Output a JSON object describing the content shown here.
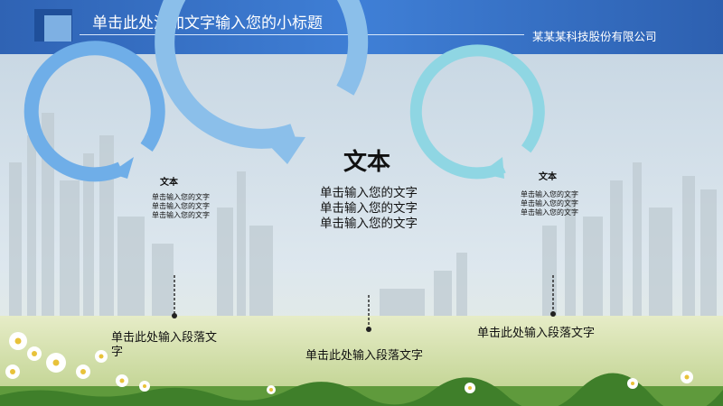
{
  "header": {
    "title": "单击此处添加文字输入您的小标题",
    "company": "某某某科技股份有限公司"
  },
  "colors": {
    "header_blue": "#3f7fd6",
    "header_dark": "#1f4f9a",
    "ring_blue": "#6faee8",
    "ring_light_blue": "#8bbfea",
    "ring_cyan": "#8fd6e3"
  },
  "circles": [
    {
      "title": "文本",
      "lines": [
        "单击输入您的文字",
        "单击输入您的文字",
        "单击输入您的文字"
      ],
      "caption": "单击此处输入段落文字"
    },
    {
      "title": "文本",
      "lines": [
        "单击输入您的文字",
        "单击输入您的文字",
        "单击输入您的文字"
      ],
      "caption": "单击此处输入段落文字"
    },
    {
      "title": "文本",
      "lines": [
        "单击输入您的文字",
        "单击输入您的文字",
        "单击输入您的文字"
      ],
      "caption": "单击此处输入段落文字"
    }
  ]
}
